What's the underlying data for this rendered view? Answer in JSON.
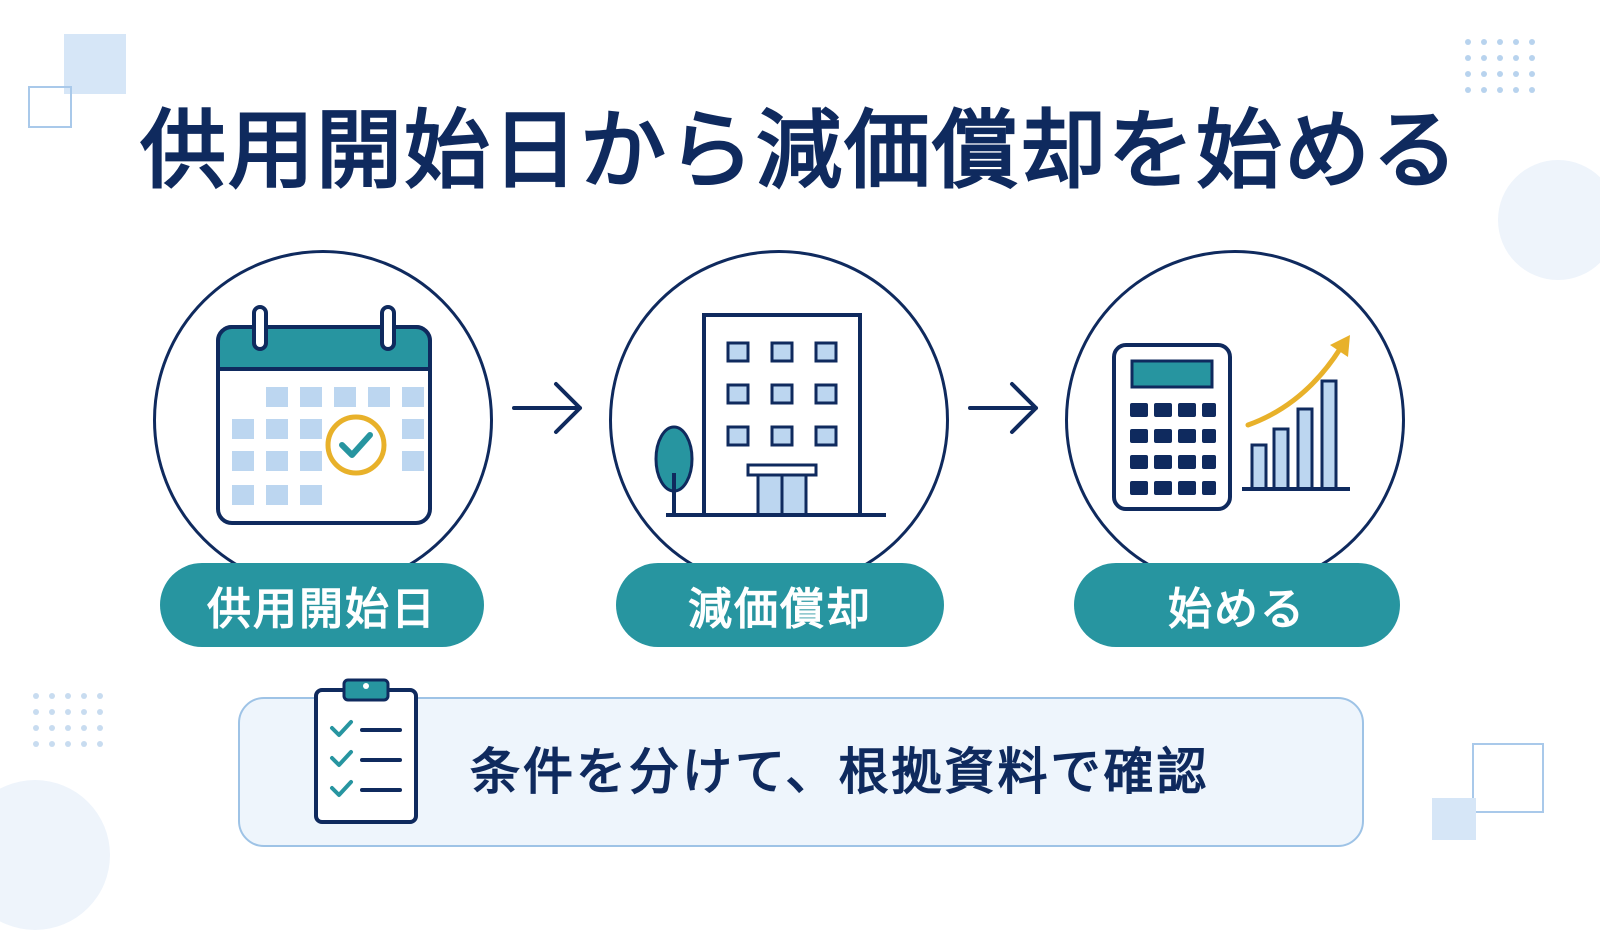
{
  "title": "供用開始日から減価償却を始める",
  "steps": [
    {
      "label": "供用開始日",
      "icon": "calendar-check-icon"
    },
    {
      "label": "減価償却",
      "icon": "building-icon"
    },
    {
      "label": "始める",
      "icon": "calculator-chart-icon"
    }
  ],
  "note": {
    "text": "条件を分けて、根拠資料で確認",
    "icon": "clipboard-checklist-icon"
  },
  "colors": {
    "navy": "#0f2a5e",
    "teal": "#2795a0",
    "light_blue": "#bcd6f0",
    "gold": "#e8b12a"
  }
}
